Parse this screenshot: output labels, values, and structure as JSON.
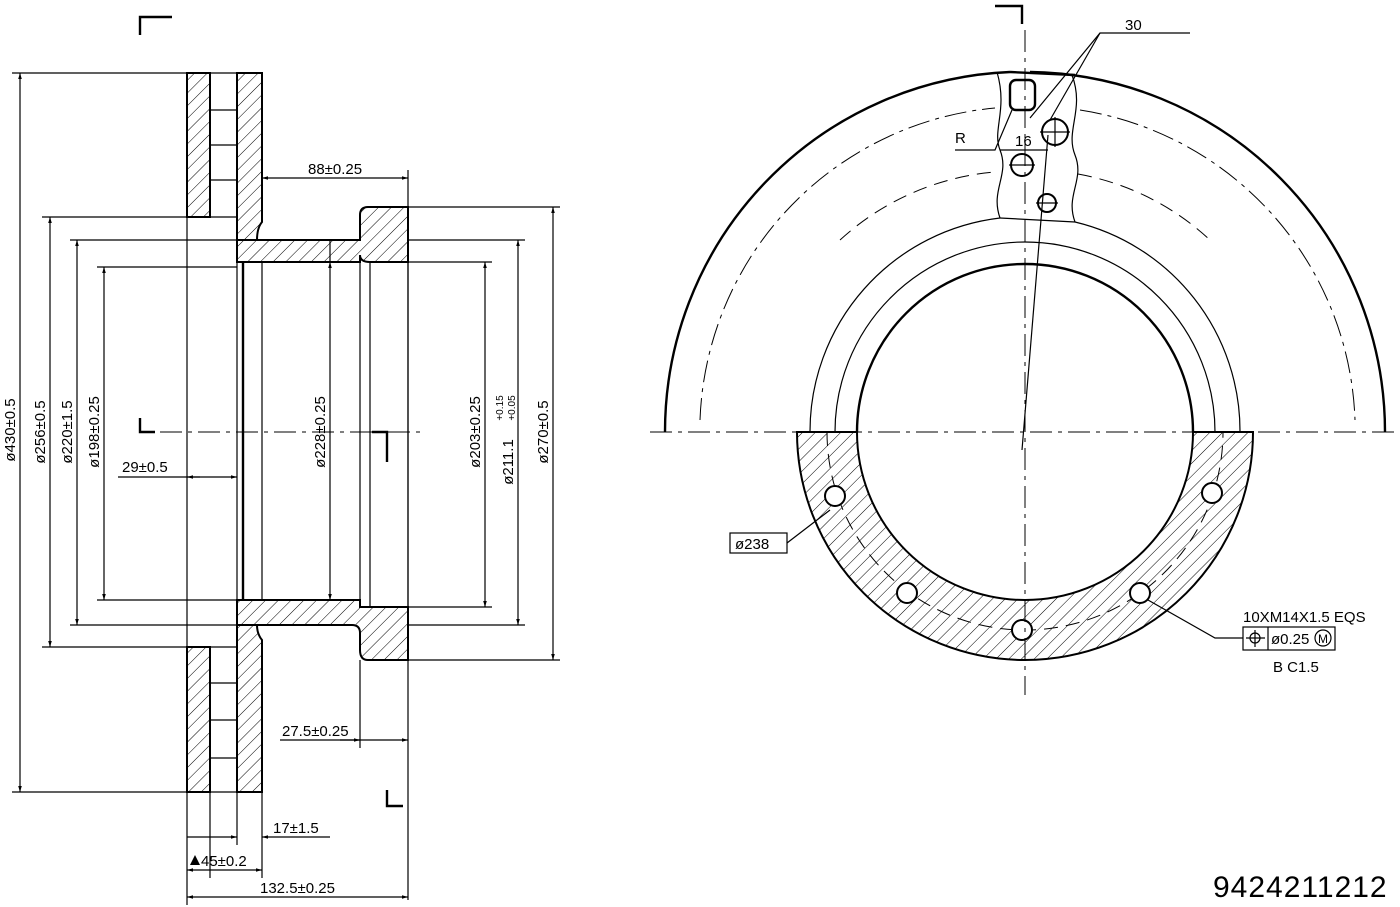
{
  "drawing": {
    "part_number": "9424211212",
    "side_view": {
      "dims": {
        "d430": "ø430±0.5",
        "d256": "ø256±0.5",
        "d220": "ø220±1.5",
        "d198": "ø198±0.25",
        "d228": "ø228±0.25",
        "d203": "ø203±0.25",
        "d211": "ø211.1",
        "d211_tol_upper": "+0.15",
        "d211_tol_lower": "+0.05",
        "d270": "ø270±0.5",
        "l29": "29±0.5",
        "l88": "88±0.25",
        "l27_5": "27.5±0.25",
        "l17": "17±1.5",
        "l45": "45±0.2",
        "l132_5": "132.5±0.25"
      }
    },
    "front_view": {
      "angle": "30",
      "radius_label": "R",
      "width_16": "16",
      "pitch_box": "ø238",
      "thread_note": "10XM14X1.5  EQS",
      "position_tolerance": "ø0.25",
      "material_condition": "M",
      "chamfer_note": "B  C1.5"
    }
  }
}
